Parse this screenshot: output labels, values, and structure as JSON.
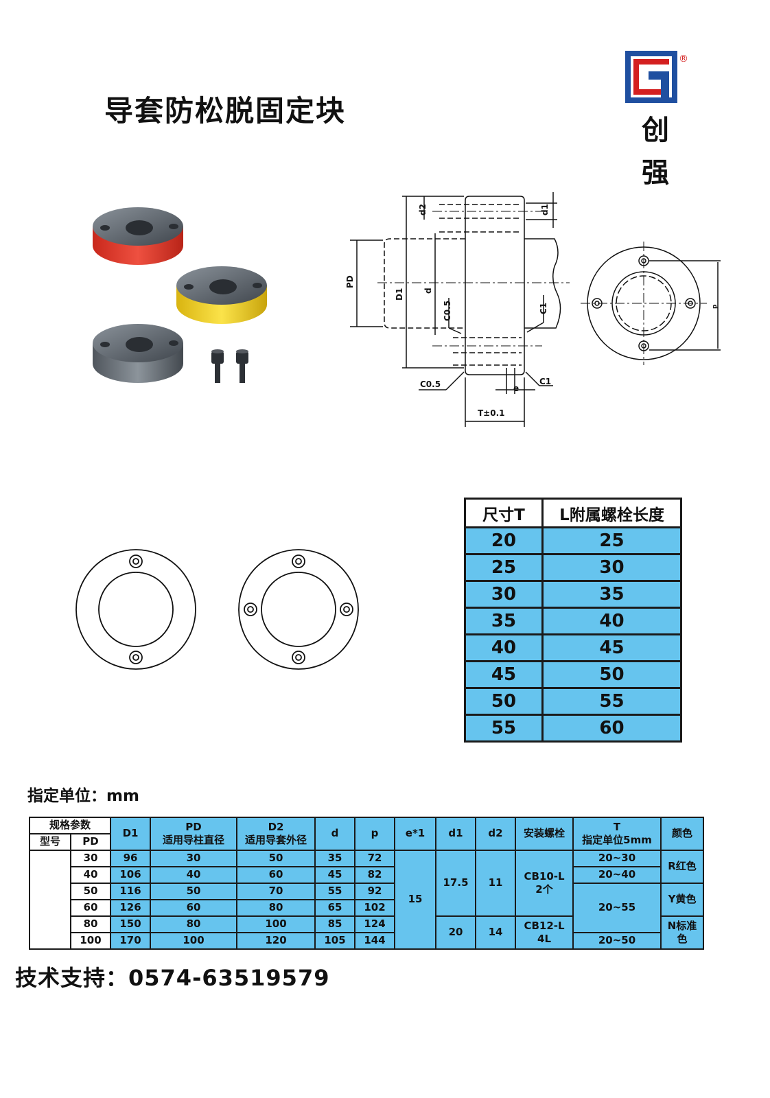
{
  "page": {
    "title": "导套防松脱固定块",
    "brand_name_line1": "创",
    "brand_name_line2": "强",
    "registered_mark": "®",
    "unit_label": "指定单位：mm",
    "support": "技术支持：0574-63519579"
  },
  "drawing_labels": {
    "d2": "d2",
    "d1": "d1",
    "PD": "PD",
    "D1": "D1",
    "d": "d",
    "C05_inner": "C0.5",
    "C1_inner": "C1",
    "C05_outer": "C0.5",
    "C1_outer": "C1",
    "e": "e",
    "T": "T±0.1",
    "p": "p"
  },
  "tl_table": {
    "headers": [
      "尺寸T",
      "L附属螺栓长度"
    ],
    "rows": [
      [
        "20",
        "25"
      ],
      [
        "25",
        "30"
      ],
      [
        "30",
        "35"
      ],
      [
        "35",
        "40"
      ],
      [
        "40",
        "45"
      ],
      [
        "45",
        "50"
      ],
      [
        "50",
        "55"
      ],
      [
        "55",
        "60"
      ]
    ]
  },
  "spec_table": {
    "group_header": "规格参数",
    "model_header": "型号",
    "pd_header": "PD",
    "D1": "D1",
    "PD_col": "PD",
    "PD_sub": "适用导柱直径",
    "D2": "D2",
    "D2_sub": "适用导套外径",
    "d": "d",
    "p": "p",
    "e": "e*1",
    "d1": "d1",
    "d2": "d2",
    "bolt": "安装螺栓",
    "T": "T",
    "T_sub": "指定单位5mm",
    "color": "颜色",
    "rows": [
      {
        "pd": "30",
        "D1": "96",
        "PD": "30",
        "D2": "50",
        "d": "35",
        "p": "72"
      },
      {
        "pd": "40",
        "D1": "106",
        "PD": "40",
        "D2": "60",
        "d": "45",
        "p": "82"
      },
      {
        "pd": "50",
        "D1": "116",
        "PD": "50",
        "D2": "70",
        "d": "55",
        "p": "92"
      },
      {
        "pd": "60",
        "D1": "126",
        "PD": "60",
        "D2": "80",
        "d": "65",
        "p": "102"
      },
      {
        "pd": "80",
        "D1": "150",
        "PD": "80",
        "D2": "100",
        "d": "85",
        "p": "124"
      },
      {
        "pd": "100",
        "D1": "170",
        "PD": "100",
        "D2": "120",
        "d": "105",
        "p": "144"
      }
    ],
    "e_value": "15",
    "d1_a": "17.5",
    "d1_b": "20",
    "d2_a": "11",
    "d2_b": "14",
    "bolt_a_l1": "CB10-L",
    "bolt_a_l2": "2个",
    "bolt_b_l1": "CB12-L",
    "bolt_b_l2": "4L",
    "T_r1": "20~30",
    "T_r2": "20~40",
    "T_r3": "20~55",
    "T_r4": "20~50",
    "color_r": "R红色",
    "color_y": "Y黄色",
    "color_n_l1": "N标准",
    "color_n_l2": "色"
  },
  "colors": {
    "table_blue": "#66c4ee",
    "logo_blue": "#1f4fa0",
    "logo_red": "#d42020",
    "ring_red": "#e23a2a",
    "ring_yellow": "#f0d020",
    "steel": "#5a6068"
  }
}
